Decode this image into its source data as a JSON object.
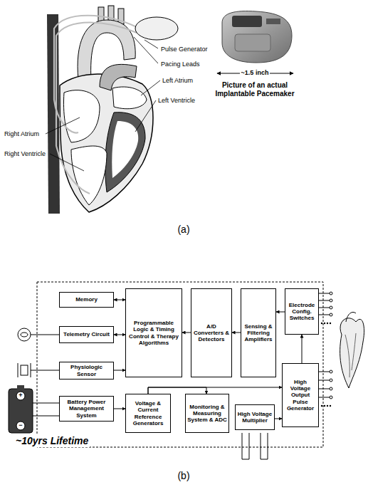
{
  "diagram": {
    "nodes": [
      {
        "text": [
          "Memory"
        ]
      },
      {
        "text": [
          "Programmable Logic & Timing Control & Therapy Algorithms"
        ]
      },
      {
        "text": [
          "A/D Converters & Detectors"
        ]
      },
      {
        "text": [
          "Sensing & Filtering Amplifiers"
        ]
      },
      {
        "text": [
          "Electrode Config. Switches"
        ]
      },
      {
        "text": [
          "Telemetry Circuit"
        ]
      },
      {
        "text": [
          "Physiologic Sensor"
        ]
      },
      {
        "text": [
          "Battery Power Management System"
        ]
      },
      {
        "text": [
          "Voltage & Current Reference Generators"
        ]
      },
      {
        "text": [
          "Monitoring & Measuring System & ADC"
        ]
      },
      {
        "text": [
          "High Voltage Multiplier"
        ]
      },
      {
        "text": [
          "High Voltage Output Pulse Generator"
        ]
      }
    ],
    "edges": [
      {
        "from": 0,
        "to": 1,
        "arrow": "both"
      },
      {
        "from": 5,
        "to": 1,
        "arrow": "both"
      },
      {
        "from": 6,
        "to": 1,
        "arrow": "to"
      },
      {
        "from": 2,
        "to": 1,
        "arrow": "to"
      },
      {
        "from": 3,
        "to": 2,
        "arrow": "to"
      },
      {
        "from": 4,
        "to": 3,
        "arrow": "to"
      },
      {
        "from": 7,
        "to": 8,
        "arrow": "to"
      },
      {
        "from": 8,
        "to": 9,
        "arrow": "to"
      },
      {
        "from": 8,
        "to": 11,
        "arrow": "to"
      },
      {
        "from": 10,
        "to": 11,
        "arrow": "to"
      },
      {
        "from": 11,
        "to": 4,
        "arrow": "to"
      }
    ],
    "labels": [
      "Pulse Generator",
      "Pacing Leads",
      "Left Atrium",
      "Left Ventricle",
      "Right Atrium",
      "Right Ventricle",
      "~1.5 inch",
      "Picture of an actual Implantable Pacemaker",
      "(a)",
      "+",
      "−",
      "~10yrs Lifetime",
      "(b)"
    ]
  }
}
